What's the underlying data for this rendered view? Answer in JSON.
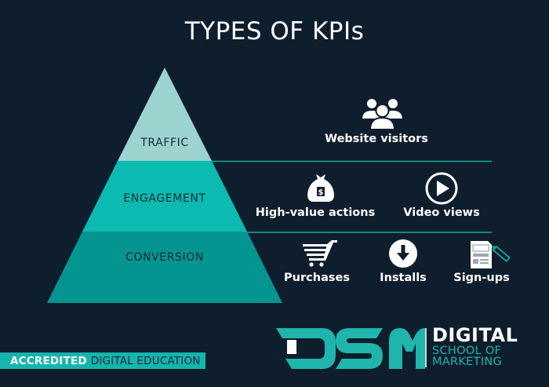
{
  "title": "TYPES OF KPIs",
  "colors": {
    "background": "#0f1e2d",
    "traffic": "#9dd3cf",
    "engagement": "#0bbab0",
    "conversion": "#049590",
    "divider": "#14a9a1",
    "accent": "#1fb5ad"
  },
  "pyramid": {
    "tiers": [
      {
        "label": "TRAFFIC",
        "color_key": "traffic"
      },
      {
        "label": "ENGAGEMENT",
        "color_key": "engagement"
      },
      {
        "label": "CONVERSION",
        "color_key": "conversion"
      }
    ]
  },
  "kpis": {
    "traffic": [
      {
        "label": "Website visitors",
        "icon": "users-icon"
      }
    ],
    "engagement": [
      {
        "label": "High-value actions",
        "icon": "money-bag-icon"
      },
      {
        "label": "Video views",
        "icon": "play-circle-icon"
      }
    ],
    "conversion": [
      {
        "label": "Purchases",
        "icon": "shopping-cart-icon"
      },
      {
        "label": "Installs",
        "icon": "download-icon"
      },
      {
        "label": "Sign-ups",
        "icon": "form-pencil-icon"
      }
    ]
  },
  "footer": {
    "band_bold": "ACCREDITED",
    "band_rest": "DIGITAL EDUCATION",
    "logo_mark": "DSM",
    "logo_line1": "DIGITAL",
    "logo_line2": "SCHOOL OF",
    "logo_line3": "MARKETING"
  }
}
